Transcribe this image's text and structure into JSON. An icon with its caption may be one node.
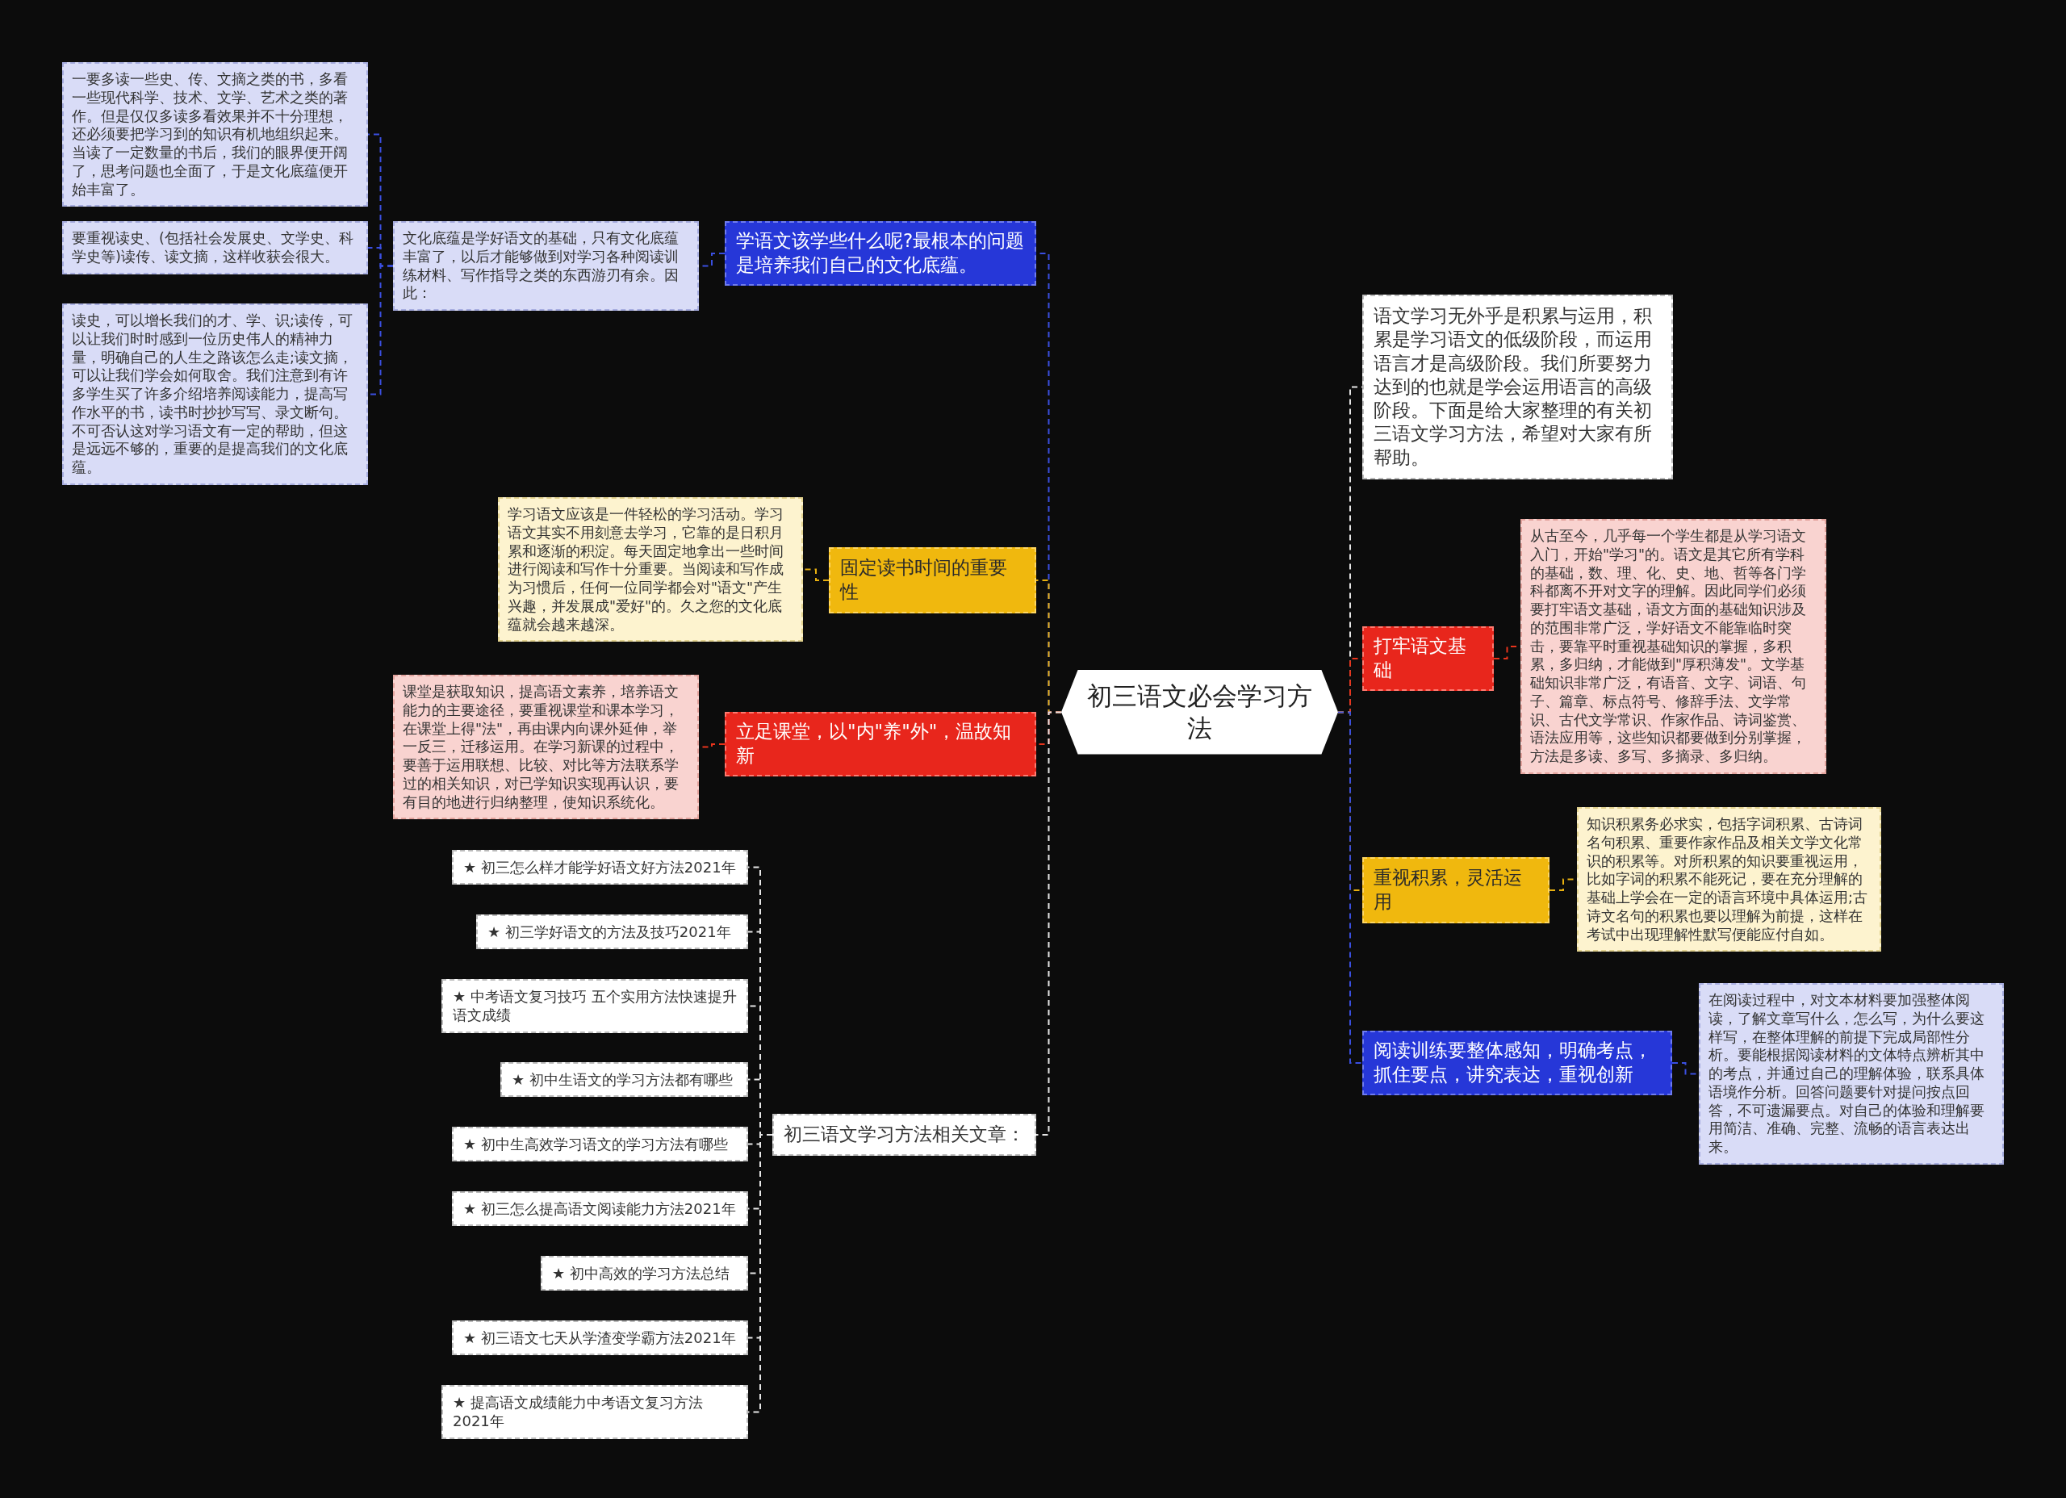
{
  "diagram": {
    "nodes": [
      {
        "text": [
          "初三语文必会学习方法"
        ]
      },
      {
        "text": [
          "学语文该学些什么呢?最根本的问题是培养我们自己的文化底蕴。"
        ]
      },
      {
        "text": [
          "文化底蕴是学好语文的基础，只有文化底蕴丰富了，以后才能够做到对学习各种阅读训练材料、写作指导之类的东西游刃有余。因此："
        ]
      },
      {
        "text": [
          "一要多读一些史、传、文摘之类的书，多看一些现代科学、技术、文学、艺术之类的著作。但是仅仅多读多看效果并不十分理想，还必须要把学习到的知识有机地组织起来。当读了一定数量的书后，我们的眼界便开阔了，思考问题也全面了，于是文化底蕴便开始丰富了。"
        ]
      },
      {
        "text": [
          "要重视读史、(包括社会发展史、文学史、科学史等)读传、读文摘，这样收获会很大。"
        ]
      },
      {
        "text": [
          "读史，可以增长我们的才、学、识;读传，可以让我们时时感到一位历史伟人的精神力量，明确自己的人生之路该怎么走;读文摘，可以让我们学会如何取舍。我们注意到有许多学生买了许多介绍培养阅读能力，提高写作水平的书，读书时抄抄写写、录文断句。不可否认这对学习语文有一定的帮助，但这是远远不够的，重要的是提高我们的文化底蕴。"
        ]
      },
      {
        "text": [
          "固定读书时间的重要性"
        ]
      },
      {
        "text": [
          "学习语文应该是一件轻松的学习活动。学习语文其实不用刻意去学习，它靠的是日积月累和逐渐的积淀。每天固定地拿出一些时间进行阅读和写作十分重要。当阅读和写作成为习惯后，任何一位同学都会对\"语文\"产生兴趣，并发展成\"爱好\"的。久之您的文化底蕴就会越来越深。"
        ]
      },
      {
        "text": [
          "立足课堂，以\"内\"养\"外\"，温故知新"
        ]
      },
      {
        "text": [
          "课堂是获取知识，提高语文素养，培养语文能力的主要途径，要重视课堂和课本学习，在课堂上得\"法\"，再由课内向课外延伸，举一反三，迁移运用。在学习新课的过程中，要善于运用联想、比较、对比等方法联系学过的相关知识，对已学知识实现再认识，要有目的地进行归纳整理，使知识系统化。"
        ]
      },
      {
        "text": [
          "初三语文学习方法相关文章："
        ]
      },
      {
        "text": [
          "★ 初三怎么样才能学好语文好方法2021年"
        ]
      },
      {
        "text": [
          "★ 初三学好语文的方法及技巧2021年"
        ]
      },
      {
        "text": [
          "★ 中考语文复习技巧 五个实用方法快速提升语文成绩"
        ]
      },
      {
        "text": [
          "★ 初中生语文的学习方法都有哪些"
        ]
      },
      {
        "text": [
          "★ 初中生高效学习语文的学习方法有哪些"
        ]
      },
      {
        "text": [
          "★ 初三怎么提高语文阅读能力方法2021年"
        ]
      },
      {
        "text": [
          "★ 初中高效的学习方法总结"
        ]
      },
      {
        "text": [
          "★ 初三语文七天从学渣变学霸方法2021年"
        ]
      },
      {
        "text": [
          "★ 提高语文成绩能力中考语文复习方法2021年"
        ]
      },
      {
        "text": [
          "语文学习无外乎是积累与运用，积累是学习语文的低级阶段，而运用语言才是高级阶段。我们所要努力达到的也就是学会运用语言的高级阶段。下面是给大家整理的有关初三语文学习方法，希望对大家有所帮助。"
        ]
      },
      {
        "text": [
          "打牢语文基础"
        ]
      },
      {
        "text": [
          "从古至今，几乎每一个学生都是从学习语文入门，开始\"学习\"的。语文是其它所有学科的基础，数、理、化、史、地、哲等各门学科都离不开对文字的理解。因此同学们必须要打牢语文基础，语文方面的基础知识涉及的范围非常广泛，学好语文不能靠临时突击，要靠平时重视基础知识的掌握，多积累，多归纳，才能做到\"厚积薄发\"。文学基础知识非常广泛，有语音、文字、词语、句子、篇章、标点符号、修辞手法、文学常识、古代文学常识、作家作品、诗词鉴赏、语法应用等，这些知识都要做到分别掌握，方法是多读、多写、多摘录、多归纳。"
        ]
      },
      {
        "text": [
          "重视积累，灵活运用"
        ]
      },
      {
        "text": [
          "知识积累务必求实，包括字词积累、古诗词名句积累、重要作家作品及相关文学文化常识的积累等。对所积累的知识要重视运用，比如字词的积累不能死记，要在充分理解的基础上学会在一定的语言环境中具体运用;古诗文名句的积累也要以理解为前提，这样在考试中出现理解性默写便能应付自如。"
        ]
      },
      {
        "text": [
          "阅读训练要整体感知，明确考点，抓住要点，讲究表达，重视创新"
        ]
      },
      {
        "text": [
          "在阅读过程中，对文本材料要加强整体阅读，了解文章写什么，怎么写，为什么要这样写，在整体理解的前提下完成局部性分析。要能根据阅读材料的文体特点辨析其中的考点，并通过自己的理解体验，联系具体语境作分析。回答问题要针对提问按点回答，不可遗漏要点。对自己的体验和理解要用简洁、准确、完整、流畅的语言表达出来。"
        ]
      }
    ],
    "edges": [
      {
        "from": 0,
        "to": 1,
        "arrow": "none",
        "color": "#3a4fe0"
      },
      {
        "from": 1,
        "to": 2,
        "arrow": "none",
        "color": "#3a4fe0"
      },
      {
        "from": 2,
        "to": 3,
        "arrow": "none",
        "color": "#3a4fe0"
      },
      {
        "from": 2,
        "to": 4,
        "arrow": "none",
        "color": "#3a4fe0"
      },
      {
        "from": 2,
        "to": 5,
        "arrow": "none",
        "color": "#3a4fe0"
      },
      {
        "from": 0,
        "to": 6,
        "arrow": "none",
        "color": "#e8b010"
      },
      {
        "from": 6,
        "to": 7,
        "arrow": "none",
        "color": "#e8b010"
      },
      {
        "from": 0,
        "to": 8,
        "arrow": "none",
        "color": "#e8341c"
      },
      {
        "from": 8,
        "to": 9,
        "arrow": "none",
        "color": "#e8341c"
      },
      {
        "from": 0,
        "to": 10,
        "arrow": "none"
      },
      {
        "from": 10,
        "to": 11,
        "arrow": "none"
      },
      {
        "from": 10,
        "to": 12,
        "arrow": "none"
      },
      {
        "from": 10,
        "to": 13,
        "arrow": "none"
      },
      {
        "from": 10,
        "to": 14,
        "arrow": "none"
      },
      {
        "from": 10,
        "to": 15,
        "arrow": "none"
      },
      {
        "from": 10,
        "to": 16,
        "arrow": "none"
      },
      {
        "from": 10,
        "to": 17,
        "arrow": "none"
      },
      {
        "from": 10,
        "to": 18,
        "arrow": "none"
      },
      {
        "from": 10,
        "to": 19,
        "arrow": "none"
      },
      {
        "from": 0,
        "to": 20,
        "arrow": "none"
      },
      {
        "from": 0,
        "to": 21,
        "arrow": "none",
        "color": "#e8341c"
      },
      {
        "from": 21,
        "to": 22,
        "arrow": "none",
        "color": "#e8341c"
      },
      {
        "from": 0,
        "to": 23,
        "arrow": "none",
        "color": "#e8b010"
      },
      {
        "from": 23,
        "to": 24,
        "arrow": "none",
        "color": "#e8b010"
      },
      {
        "from": 0,
        "to": 25,
        "arrow": "none",
        "color": "#3a4fe0"
      },
      {
        "from": 25,
        "to": 26,
        "arrow": "none",
        "color": "#3a4fe0"
      }
    ]
  }
}
